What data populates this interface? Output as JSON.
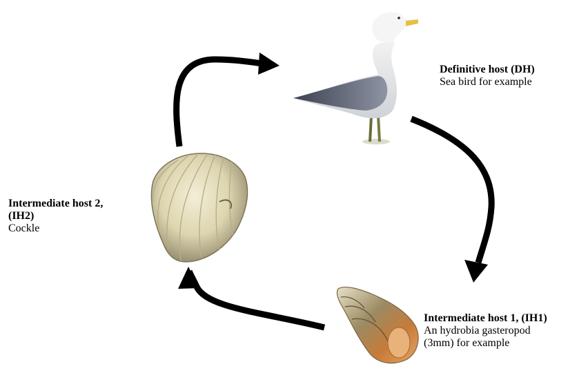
{
  "hosts": {
    "definitive": {
      "title": "Definitive host (DH)",
      "description": "Sea bird for example"
    },
    "intermediate_2": {
      "title_line1": "Intermediate host 2,",
      "title_line2": "(IH2)",
      "description": "Cockle"
    },
    "intermediate_1": {
      "title": "Intermediate host 1, (IH1)",
      "description_line1": "An hydrobia gasteropod",
      "description_line2": "(3mm) for example"
    }
  },
  "colors": {
    "arrow": "#000000",
    "background": "#ffffff"
  }
}
